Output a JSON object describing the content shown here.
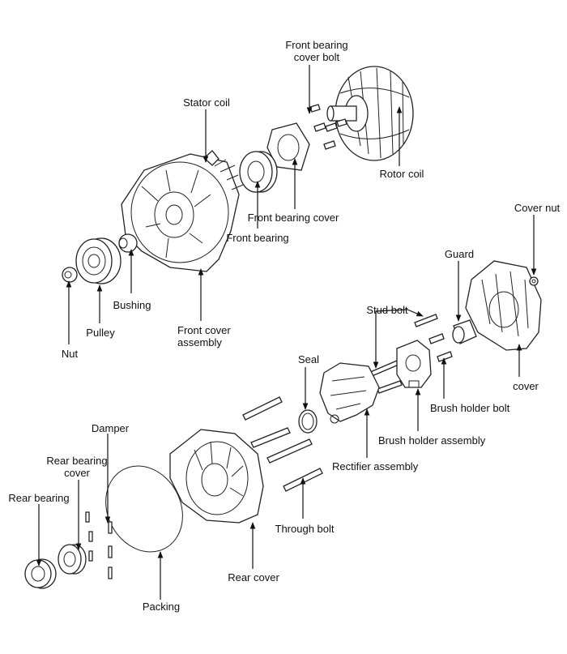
{
  "labels": {
    "front_bearing_cover_bolt": [
      "Front bearing",
      "cover bolt"
    ],
    "stator_coil": "Stator coil",
    "rotor_coil": "Rotor coil",
    "front_bearing_cover": "Front bearing cover",
    "front_bearing": "Front bearing",
    "cover_nut": "Cover nut",
    "guard": "Guard",
    "bushing": "Bushing",
    "nut": "Nut",
    "pulley": "Pulley",
    "front_cover_assembly": [
      "Front cover",
      "assembly"
    ],
    "stud_bolt": "Stud bolt",
    "seal": "Seal",
    "cover": "cover",
    "brush_holder_bolt": "Brush holder bolt",
    "brush_holder_assembly": "Brush holder assembly",
    "damper": "Damper",
    "rectifier_assembly": "Rectifier assembly",
    "rear_bearing_cover": [
      "Rear bearing",
      "cover"
    ],
    "rear_bearing": "Rear bearing",
    "through_bolt": "Through bolt",
    "rear_cover": "Rear cover",
    "packing": "Packing"
  }
}
